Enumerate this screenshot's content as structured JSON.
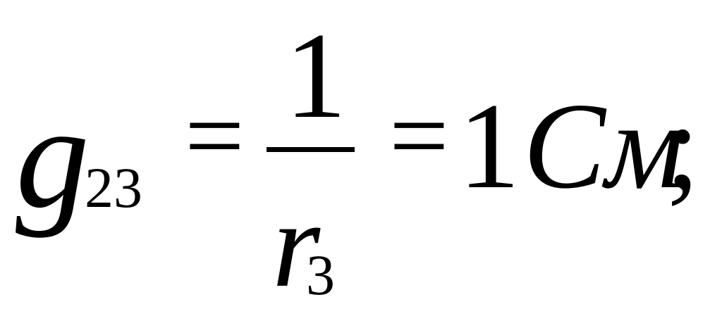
{
  "formula": {
    "lhs": {
      "variable": "g",
      "subscript": "23"
    },
    "equals_1": "=",
    "fraction": {
      "numerator": "1",
      "denominator_variable": "r",
      "denominator_subscript": "3"
    },
    "equals_2": "=",
    "result": {
      "value": "1",
      "unit": "См"
    },
    "terminator": ";"
  }
}
